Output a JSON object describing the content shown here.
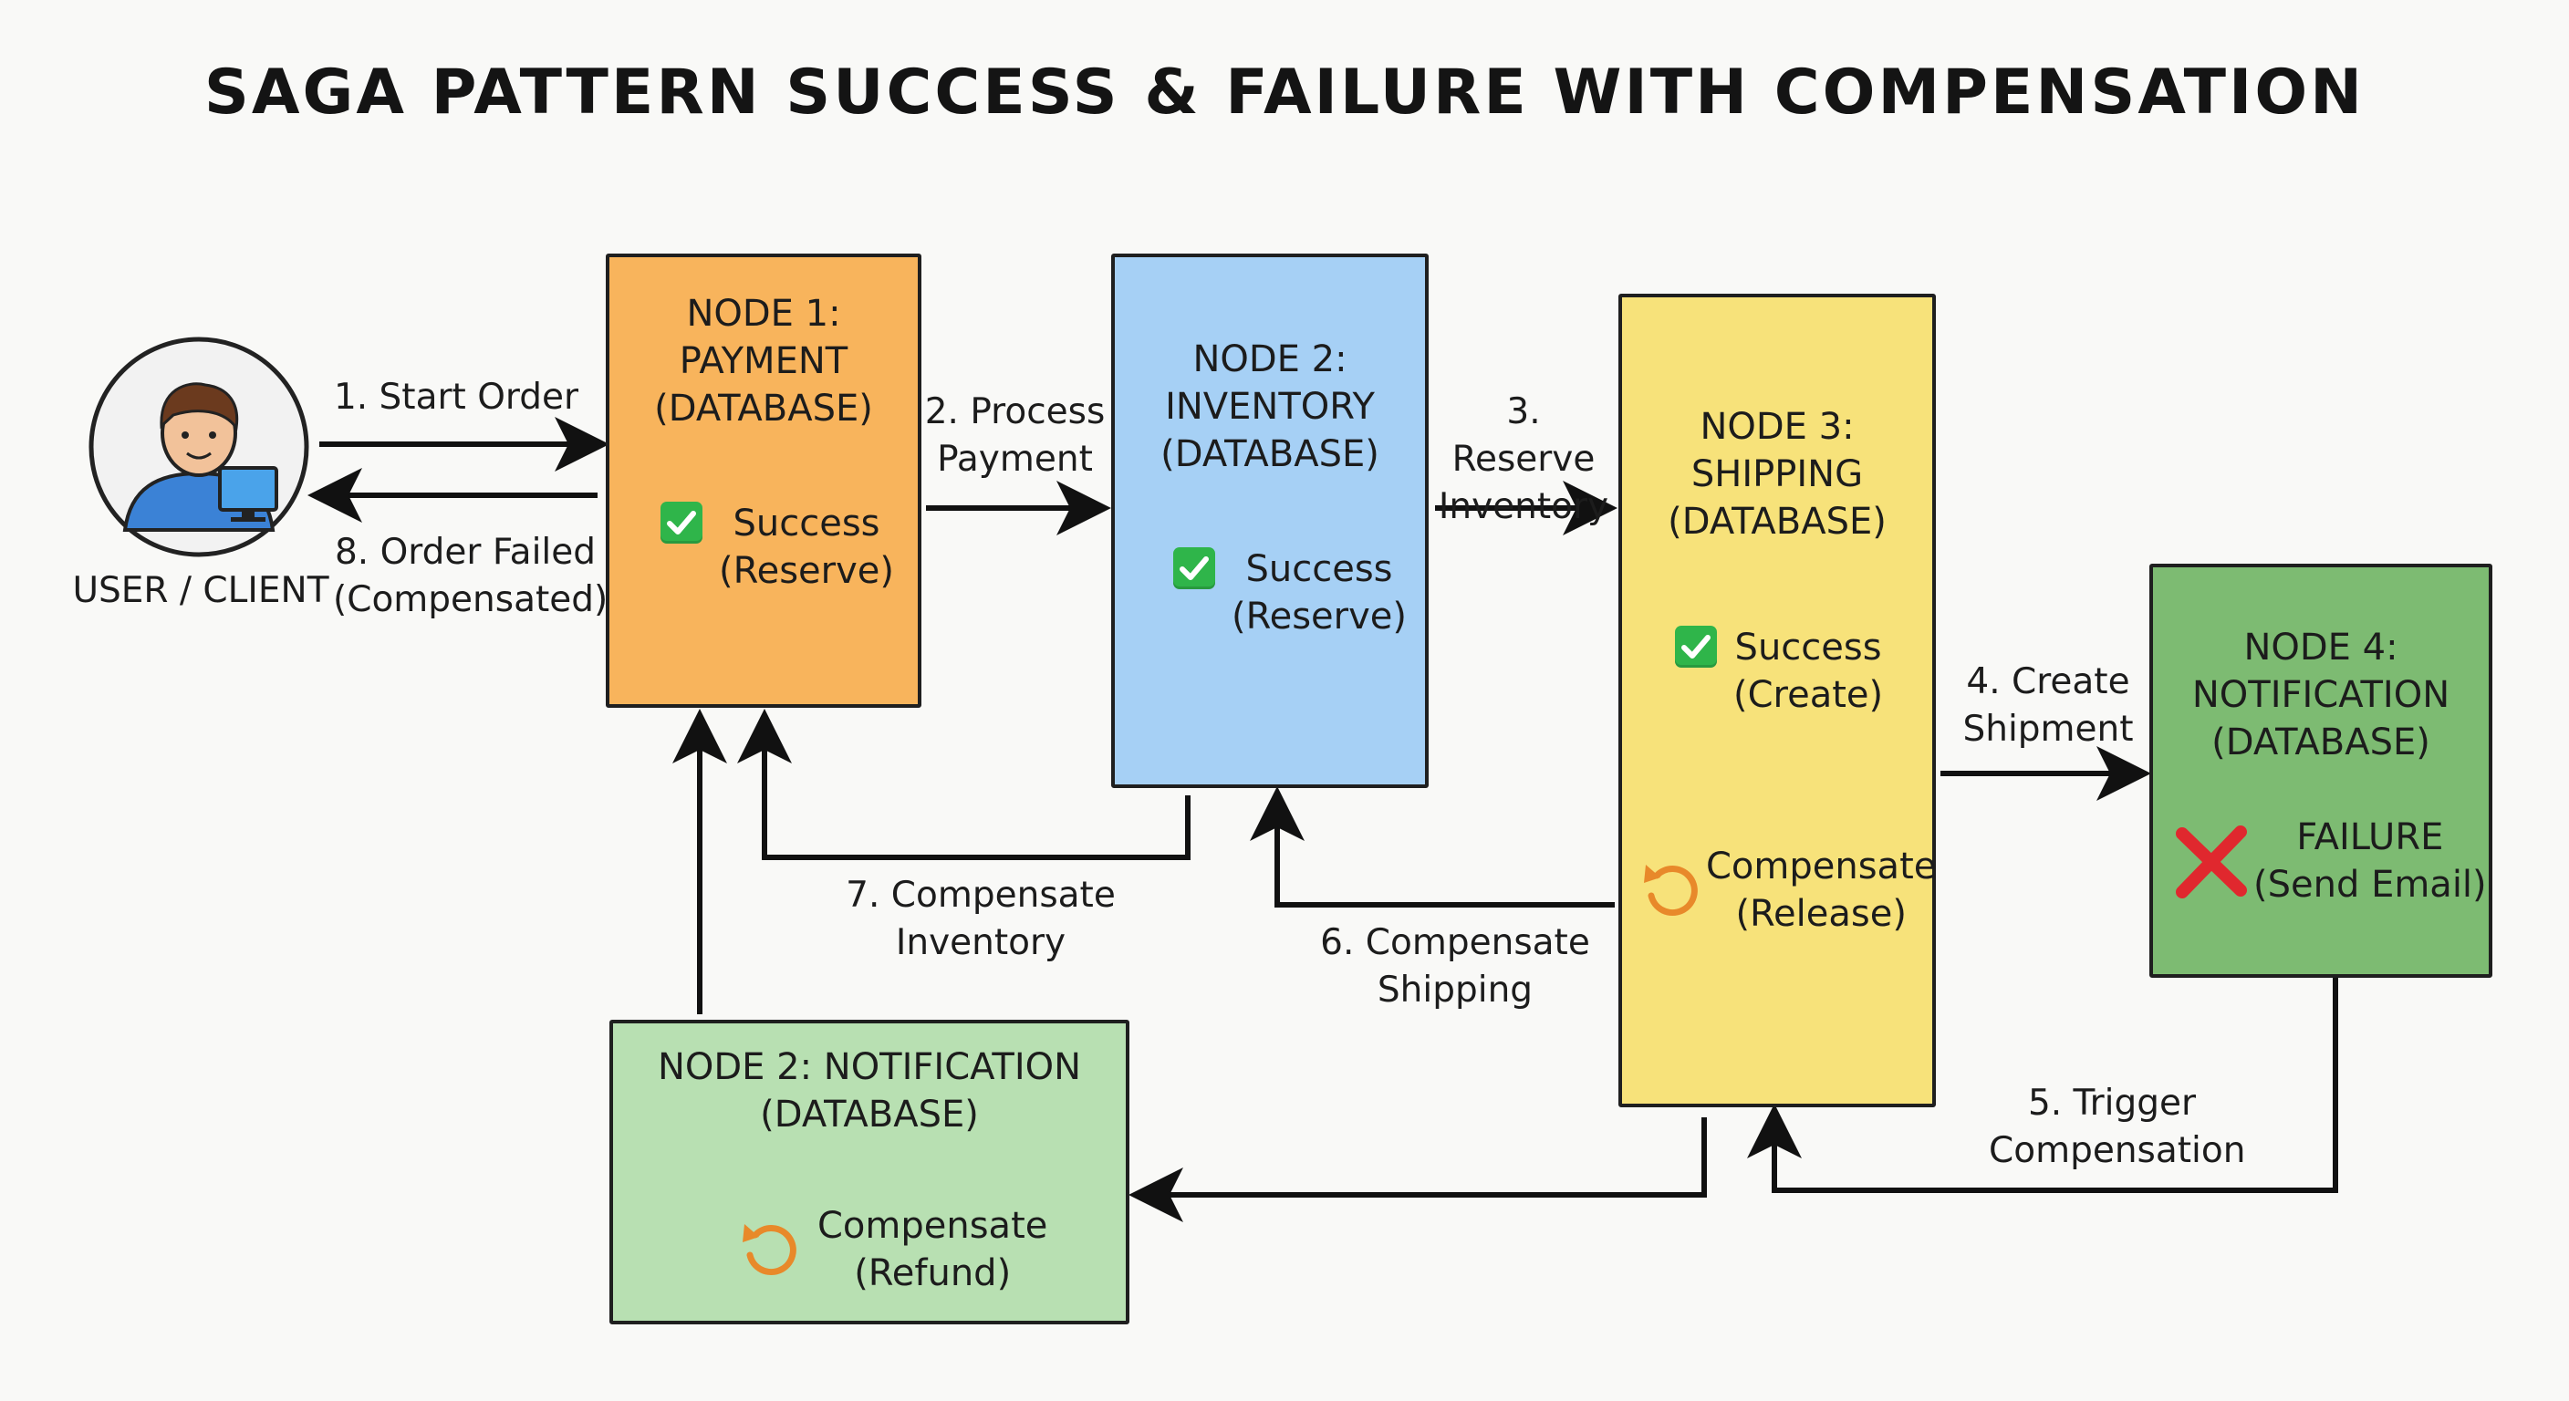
{
  "title": "SAGA PATTERN SUCCESS & FAILURE WITH COMPENSATION",
  "user": {
    "label": "USER / CLIENT"
  },
  "nodes": {
    "payment": {
      "title": "NODE 1:\nPAYMENT\n(DATABASE)",
      "status": "Success\n(Reserve)",
      "color": "#f8b45c"
    },
    "inventory": {
      "title": "NODE 2:\nINVENTORY\n(DATABASE)",
      "status": "Success\n(Reserve)",
      "color": "#a6d0f5"
    },
    "shipping": {
      "title": "NODE 3:\nSHIPPING\n(DATABASE)",
      "status": "Success\n(Create)",
      "compensate": "Compensate\n(Release)",
      "color": "#f7e27a"
    },
    "notification": {
      "title": "NODE 4:\nNOTIFICATION\n(DATABASE)",
      "status": "FAILURE\n(Send Email)",
      "color": "#7dbb72"
    },
    "notification_comp": {
      "title": "NODE 2: NOTIFICATION\n(DATABASE)",
      "compensate": "Compensate\n(Refund)",
      "color": "#b8e0b2"
    }
  },
  "steps": {
    "s1": "1. Start Order",
    "s2": "2. Process\nPayment",
    "s3": "3. Reserve\nInventory",
    "s4": "4. Create\nShipment",
    "s5": "5. Trigger\nCompensation",
    "s6": "6. Compensate\nShipping",
    "s7": "7. Compensate\nInventory",
    "s8": "8. Order Failed\n(Compensated)"
  },
  "icons": {
    "success": "check-mark-icon",
    "failure": "cross-mark-icon",
    "compensate": "undo-arrow-icon",
    "user": "user-avatar-icon"
  },
  "colors": {
    "success": "#2fb54a",
    "failure": "#e0282e",
    "compensate": "#e8892a",
    "arrow": "#111111"
  }
}
